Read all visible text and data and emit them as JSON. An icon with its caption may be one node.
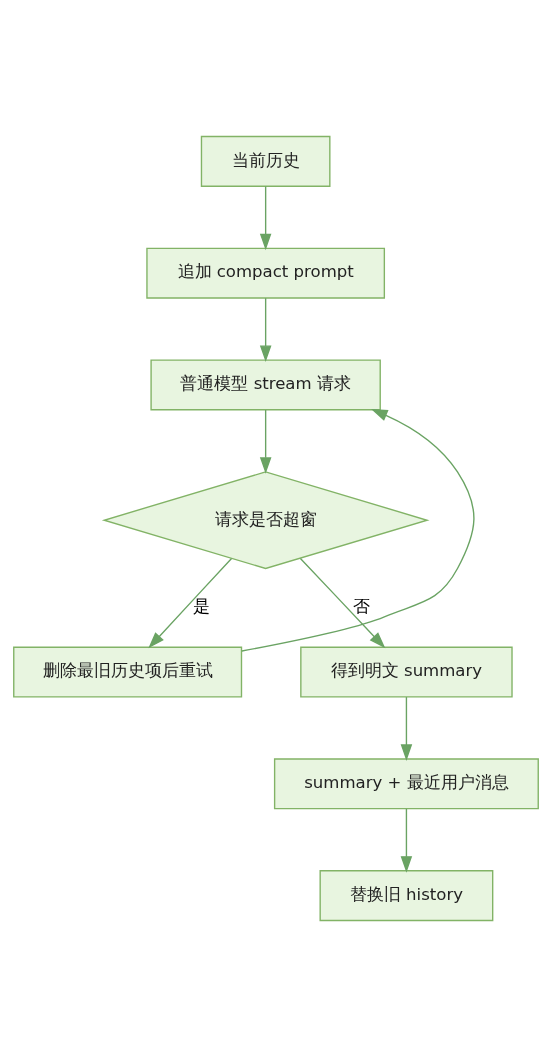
{
  "diagram": {
    "nodes": [
      {
        "text": [
          "当前历史"
        ]
      },
      {
        "text": [
          "追加 compact prompt"
        ]
      },
      {
        "text": [
          "普通模型 stream 请求"
        ]
      },
      {
        "text": [
          "请求是否超窗"
        ]
      },
      {
        "text": [
          "删除最旧历史项后重试"
        ]
      },
      {
        "text": [
          "得到明文 summary"
        ]
      },
      {
        "text": [
          "summary + 最近用户消息"
        ]
      },
      {
        "text": [
          "替换旧 history"
        ]
      }
    ],
    "edges": [
      {
        "from": 0,
        "to": 1,
        "arrow": "to"
      },
      {
        "from": 1,
        "to": 2,
        "arrow": "to"
      },
      {
        "from": 2,
        "to": 3,
        "arrow": "to"
      },
      {
        "from": 3,
        "to": 4,
        "arrow": "to",
        "label": "是"
      },
      {
        "from": 3,
        "to": 5,
        "arrow": "to",
        "label": "否"
      },
      {
        "from": 4,
        "to": 2,
        "arrow": "to"
      },
      {
        "from": 5,
        "to": 6,
        "arrow": "to"
      },
      {
        "from": 6,
        "to": 7,
        "arrow": "to"
      }
    ]
  }
}
